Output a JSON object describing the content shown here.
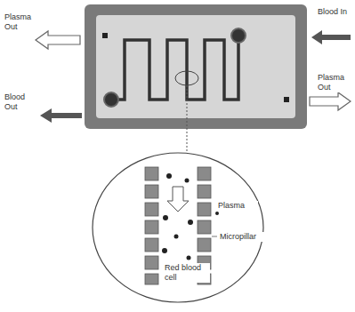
{
  "diagram": {
    "labels": [
      "Plasma Out",
      "Blood In",
      "Blood Out",
      "Plasma Out",
      "Plasma",
      "Micropillar",
      "Red blood cell"
    ]
  }
}
